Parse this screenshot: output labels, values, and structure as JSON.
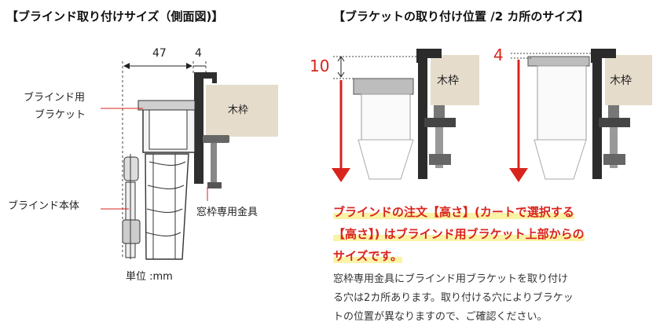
{
  "left": {
    "title": "【ブラインド取り付けサイズ（側面図)】",
    "dim_47": "47",
    "dim_4": "4",
    "wood_label": "木枠",
    "bracket_label_1": "ブラインド用",
    "bracket_label_2": "ブラケット",
    "body_label": "ブラインド本体",
    "hardware_label": "窓枠専用金具",
    "unit_label": "単位 :mm"
  },
  "right": {
    "title": "【ブラケットの取り付け位置 /2 カ所のサイズ】",
    "dim_10": "10",
    "dim_4": "4",
    "wood_label_a": "木枠",
    "wood_label_b": "木枠"
  },
  "note": {
    "line1": "ブラインドの注文【高さ】(カートで選択する",
    "line2": "【高さ】) はブラインド用ブラケット上部からの",
    "line3": "サイズです。"
  },
  "description": {
    "line1": "窓枠専用金具にブラインド用ブラケットを取り付け",
    "line2": "る穴は2カ所あります。取り付ける穴によりブラケッ",
    "line3": "トの位置が異なりますので、ご確認ください。"
  },
  "colors": {
    "accent_red": "#d9241d",
    "wood": "#e6dccb",
    "highlight": "#fbf3a6",
    "metal_dark": "#2a2a2a"
  }
}
